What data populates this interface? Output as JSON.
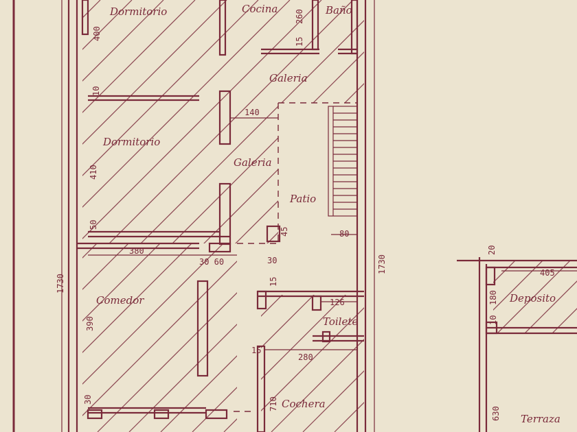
{
  "rooms": {
    "dormitorio_top": "Dormitorio",
    "cocina": "Cocina",
    "bano": "Baño",
    "galeria_top": "Galeria",
    "dormitorio_mid": "Dormitorio",
    "galeria_mid": "Galeria",
    "patio": "Patio",
    "comedor": "Comedor",
    "toilette": "Toilete",
    "cochera": "Cochera",
    "deposito": "Deposito",
    "terraza": "Terraza"
  },
  "dimensions": {
    "d400": "400",
    "d260": "260",
    "d15a": "15",
    "d10a": "10",
    "d140": "140",
    "d410": "410",
    "d50": "50",
    "d380": "380",
    "d3060": "30 60",
    "d1730_left": "1730",
    "d1730_right": "1730",
    "d45": "45",
    "d30_patio": "30",
    "d80": "80",
    "d15b": "15",
    "d126": "126",
    "d390": "390",
    "d15c": "15",
    "d280": "280",
    "d30_bottom": "30",
    "d710": "710",
    "d20": "20",
    "d405": "405",
    "d10b": "10",
    "d180": "180",
    "d630": "630"
  },
  "colors": {
    "paper": "#ece4d0",
    "ink": "#7a2a3a"
  }
}
